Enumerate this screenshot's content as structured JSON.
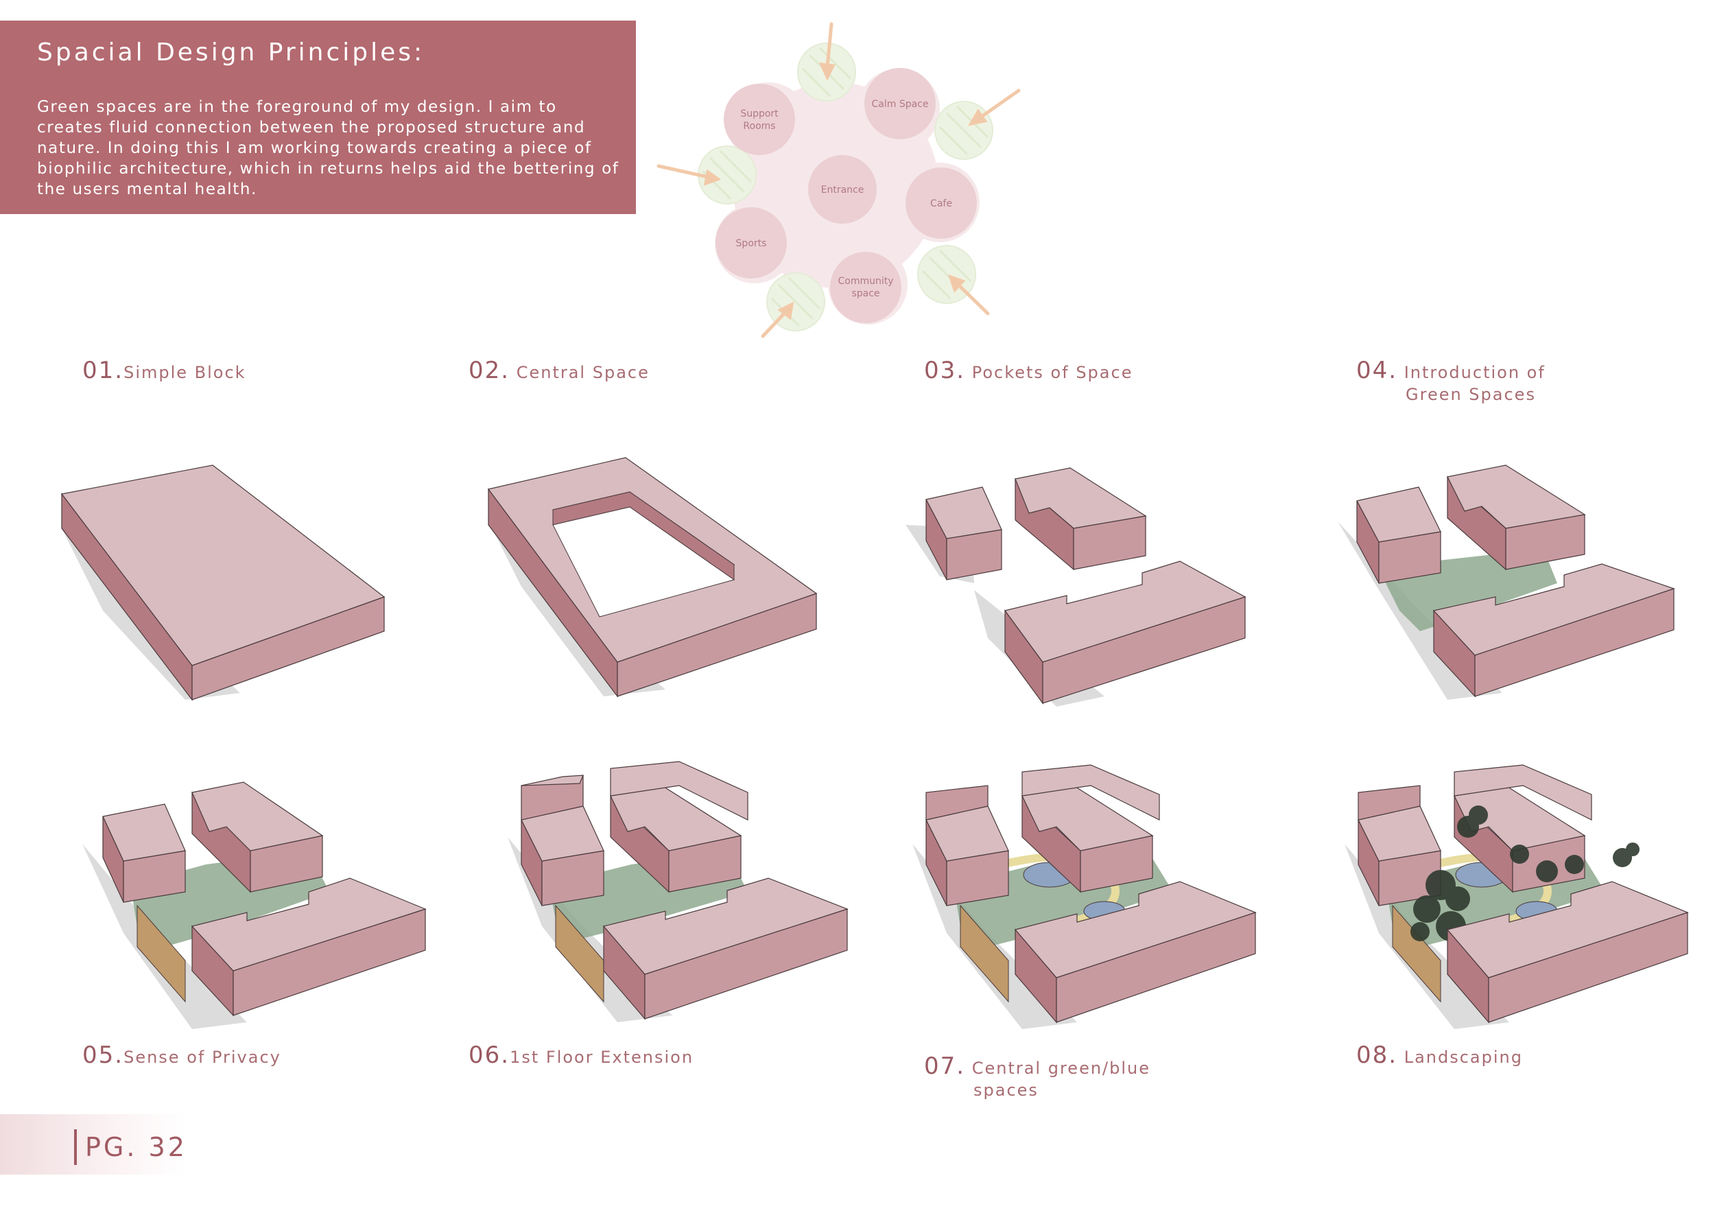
{
  "header": {
    "title": "Spacial Design Principles:",
    "body": "Green spaces are in the foreground of my design. I aim to creates fluid connection between the proposed structure and nature. In doing this I am working towards creating a piece of biophilic architecture, which in returns helps aid the bettering of the users mental health."
  },
  "bubble_diagram": {
    "center": "Entrance",
    "rooms": [
      {
        "name": "room-support",
        "lines": [
          "Support",
          "Rooms"
        ]
      },
      {
        "name": "room-calm",
        "lines": [
          "Calm Space"
        ]
      },
      {
        "name": "room-cafe",
        "lines": [
          "Cafe"
        ]
      },
      {
        "name": "room-community",
        "lines": [
          "Community",
          "space"
        ]
      },
      {
        "name": "room-sports",
        "lines": [
          "Sports"
        ]
      }
    ]
  },
  "steps": [
    {
      "num": "01.",
      "title": "Simple Block"
    },
    {
      "num": "02.",
      "title": " Central Space"
    },
    {
      "num": "03.",
      "title": " Pockets of Space"
    },
    {
      "num": "04.",
      "title": " Introduction of",
      "title_cont": "Green Spaces"
    },
    {
      "num": "05.",
      "title": "Sense of Privacy"
    },
    {
      "num": "06.",
      "title": "1st Floor Extension"
    },
    {
      "num": "07.",
      "title": " Central green/blue",
      "title_cont": "spaces"
    },
    {
      "num": "08.",
      "title": " Landscaping"
    }
  ],
  "page_number": "PG. 32",
  "colors": {
    "accent": "#b36a70",
    "block_top": "#d8bcc0",
    "block_side_dark": "#b47b82",
    "block_side_light": "#c79aa0",
    "shadow": "#dcdcdc",
    "green": "#8fa98f",
    "water": "#8ea4c2",
    "path": "#e8dc9e"
  }
}
